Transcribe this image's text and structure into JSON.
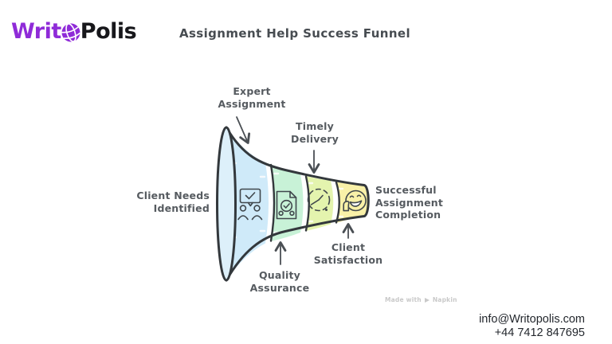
{
  "brand": {
    "logo_prefix": "Writ",
    "logo_suffix": "Polis",
    "logo_color": "#8F2BD8",
    "suffix_color": "#17171b",
    "globe_icon": "globe-icon"
  },
  "title": "Assignment Help Success Funnel",
  "funnel": {
    "labels": {
      "client_needs": "Client Needs\nIdentified",
      "expert_assignment": "Expert\nAssignment",
      "timely_delivery": "Timely\nDelivery",
      "quality_assurance": "Quality\nAssurance",
      "client_satisfaction": "Client\nSatisfaction",
      "outcome": "Successful\nAssignment\nCompletion"
    },
    "segments": [
      {
        "name": "client-needs-identified",
        "color": "#cfeaf9",
        "icon": "team-agreement-icon"
      },
      {
        "name": "expert-assignment",
        "color": "#c8f2d7",
        "icon": "certified-document-icon"
      },
      {
        "name": "timely-delivery",
        "color": "#e4f4ae",
        "icon": "deadline-clock-icon"
      },
      {
        "name": "client-satisfaction",
        "color": "#f9f1a8",
        "icon": "happy-thumbs-up-icon"
      }
    ],
    "mouth_color": "#ddf0fa",
    "outline_color": "#33383c"
  },
  "watermark": {
    "prefix": "Made with",
    "suffix": "Napkin",
    "icon": "napkin-pen-icon"
  },
  "contact": {
    "email": "info@Writopolis.com",
    "phone": "+44 7412 847695"
  }
}
